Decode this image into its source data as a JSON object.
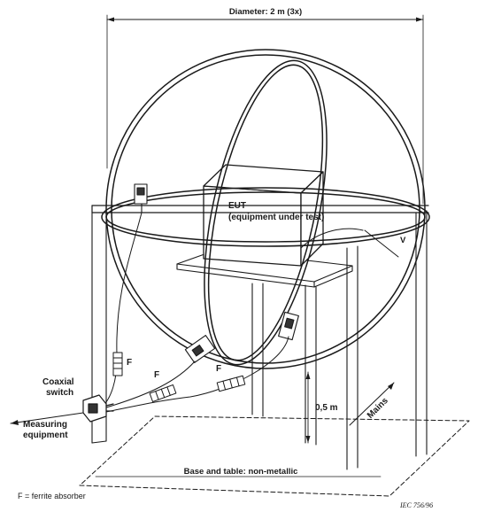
{
  "dimension_label": "Diameter: 2 m (3x)",
  "eut": {
    "line1": "EUT",
    "line2": "(equipment under test)"
  },
  "table_height_label": "0,5 m",
  "mains_label": "Mains",
  "coaxial_switch_label": {
    "line1": "Coaxial",
    "line2": "switch"
  },
  "measuring_equipment_label": {
    "line1": "Measuring",
    "line2": "equipment"
  },
  "ferrite_marker": "F",
  "base_label": "Base and table: non-metallic",
  "legend_text": "F = ferrite absorber",
  "figure_reference": "IEC 756/96",
  "loop_marker": "V"
}
